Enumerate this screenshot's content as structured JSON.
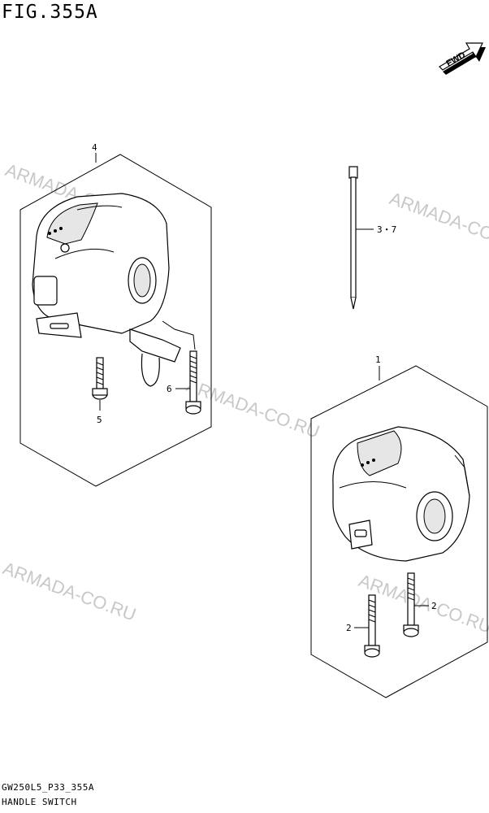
{
  "figure": {
    "title": "FIG.355A",
    "fwd_label": "FWD",
    "code": "GW250L5_P33_355A",
    "name": "HANDLE SWITCH"
  },
  "watermark": "ARMADA-CO.RU",
  "callouts": {
    "switch_left": "4",
    "screw_5": "5",
    "screw_6": "6",
    "band": "3・7",
    "switch_right": "1",
    "screw_2a": "2",
    "screw_2b": "2"
  }
}
